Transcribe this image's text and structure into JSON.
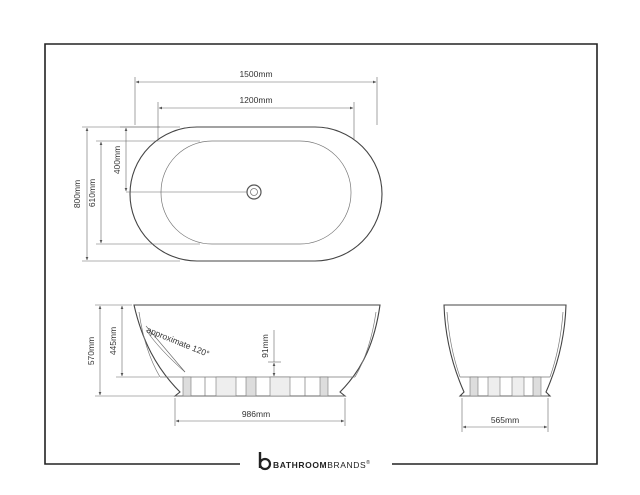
{
  "plan_view": {
    "overall_length": "1500mm",
    "inner_length": "1200mm",
    "overall_width": "800mm",
    "inner_width": "610mm",
    "half_width": "400mm"
  },
  "side_view": {
    "total_height": "570mm",
    "inner_depth": "445mm",
    "angle_note": "approximate 120°",
    "drain_height": "91mm",
    "base_length": "986mm"
  },
  "end_view": {
    "base_width": "565mm"
  },
  "brand": {
    "name_bold": "BATHROOM",
    "name_light": "BRANDS",
    "registered": "®"
  }
}
